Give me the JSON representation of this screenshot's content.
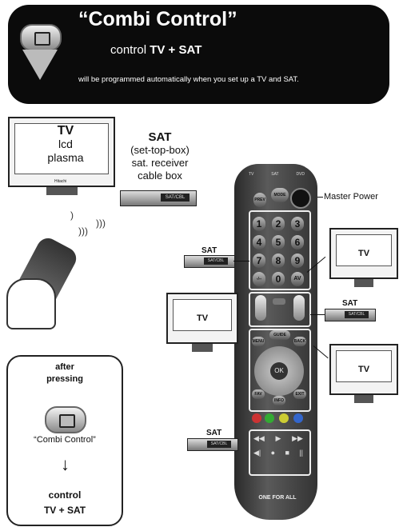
{
  "banner": {
    "title": "“Combi Control”",
    "subtitle_pre": "control",
    "subtitle_bold": "TV + SAT",
    "note": "will be programmed automatically when you set up a TV and SAT."
  },
  "main_tv": {
    "title": "TV",
    "line1": "lcd",
    "line2": "plasma",
    "brand": "Hitachi"
  },
  "main_sat": {
    "title": "SAT",
    "line1": "(set-top-box)",
    "line2": "sat. receiver",
    "line3": "cable box",
    "display": "SAT/CBL"
  },
  "master_power": "Master Power",
  "side_devices": {
    "sat_left_label": "SAT",
    "sat_left_display": "SAT/CBL",
    "tv_right_top_label": "TV",
    "tv_left_label": "TV",
    "sat_right_label": "SAT",
    "sat_right_display": "SAT/CBL",
    "tv_right_bottom_label": "TV",
    "sat_bottom_label": "SAT",
    "sat_bottom_display": "SAT/CBL"
  },
  "remote": {
    "top_labels": [
      "TV",
      "SAT",
      "DVD"
    ],
    "prev": "PREV",
    "mode": "MODE",
    "digits": [
      "1",
      "2",
      "3",
      "4",
      "5",
      "6",
      "7",
      "8",
      "9",
      "-/--",
      "0",
      "AV"
    ],
    "guide": "GUIDE",
    "menu": "MENU",
    "back": "BACK",
    "ok": "OK",
    "fav": "FAV",
    "info": "INFO",
    "exit": "EXIT",
    "brand": "ONE FOR ALL"
  },
  "after_box": {
    "line1": "after",
    "line2": "pressing",
    "button_caption": "“Combi Control”",
    "arrow": "↓",
    "result1": "control",
    "result2": "TV + SAT"
  }
}
